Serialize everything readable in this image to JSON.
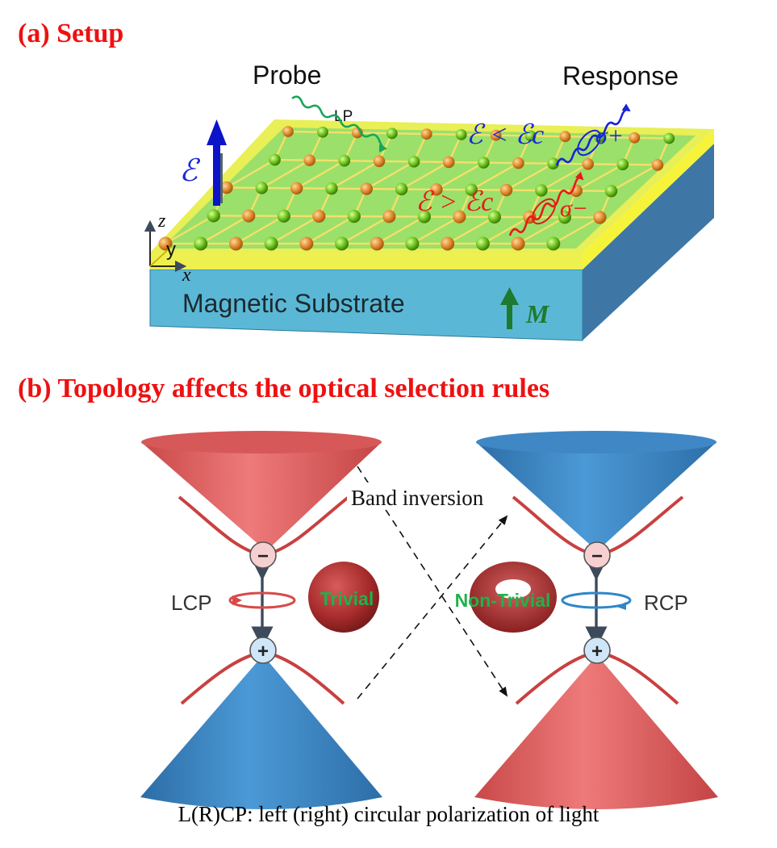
{
  "panel_a": {
    "title": "(a) Setup",
    "probe_label": "Probe",
    "response_label": "Response",
    "lp_label": "LP",
    "field_symbol": "ℰ",
    "cond_below": "ℰ < ℰc",
    "cond_above": "ℰ > ℰc",
    "sigma_plus": "σ+",
    "sigma_minus": "σ−",
    "axis_z": "z",
    "axis_y": "y",
    "axis_x": "x",
    "substrate_label": "Magnetic Substrate",
    "magnet_label": "M"
  },
  "panel_b": {
    "title": "(b) Topology affects the optical selection rules",
    "band_inversion": "Band inversion",
    "lcp": "LCP",
    "rcp": "RCP",
    "trivial": "Trivial",
    "non_trivial": "Non-Trivial",
    "minus": "−",
    "plus": "+"
  },
  "caption": "L(R)CP: left (right) circular polarization of light",
  "colors": {
    "heading_red": "#ee1111",
    "cone_red": "#e06262",
    "cone_blue": "#3f88c5",
    "label_green": "#1db34a",
    "substrate_blue": "#5ab8d6",
    "film_green": "#9be06a",
    "film_yellow": "#f2f24c"
  }
}
